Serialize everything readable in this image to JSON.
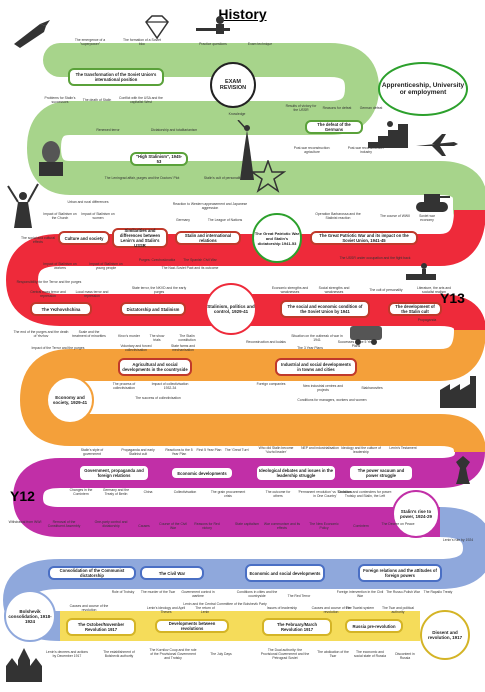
{
  "title": "History",
  "labels": {
    "y13": "Y13",
    "y12": "Y12"
  },
  "colors": {
    "green": "#a7d48b",
    "red": "#ee2a3a",
    "orange": "#f4a03a",
    "purple": "#c12fa7",
    "blue": "#8fa8dc",
    "yellow": "#f5dc5a"
  },
  "circles": {
    "exam": "EXAM REVISION",
    "apprentice": "Apprenticeship, University or employment",
    "gpw": "The Great Patriotic War and Stalin's dictatorship 1941-53",
    "stalinism": "Stalinism, politics and control, 1929-41",
    "economy": "Economy and society, 1929-41",
    "rise": "Stalin's rise to power, 1924-29",
    "bolshevik": "Bolshevik consolidation, 1918-1924",
    "dissent": "Dissent and revolution, 1917"
  },
  "boxes": {
    "transformation": "The transformation of the Soviet Union's international position",
    "high_stalinism": "\"High Stalinism\", 1945-53",
    "defeat_germans": "The defeat of the Germans",
    "culture": "Culture and society",
    "similarities": "Similarities and differences between Lenin's and Stalin's USSR",
    "stalin_intl": "Stalin and international relations",
    "impact_ww": "The Great Patriotic War and its impact on the Soviet Union, 1941-45",
    "yezhovshchina": "The Yezhovshchina",
    "dictatorship": "Dictatorship and Stalinism",
    "social_economic": "The social and economic condition of the Soviet Union by 1941",
    "cult": "The development of the Stalin cult",
    "agricultural": "Agricultural and social developments in the countryside",
    "industrial": "Industrial and social developments in towns and cities",
    "govt_propaganda": "Government, propaganda and foreign relations",
    "econ_dev": "Economic developments",
    "ideological": "Ideological debates and issues in the leadership struggle",
    "power_vacuum": "The power vacuum and power struggle",
    "consolidation": "Consolidation of the Communist dictatorship",
    "civil_war": "The Civil War",
    "econ_social": "Economic and social developments",
    "foreign_rel": "Foreign relations and the attitudes of foreign powers",
    "october": "The October/November Revolution 1917",
    "dev_between": "Developments between revolutions",
    "feb_march": "The February/March Revolution 1917",
    "russia_eve": "Russia pre-revolution"
  },
  "notes": {
    "n1": "The emergence of a \"superpower\"",
    "n2": "The formation of a Soviet bloc",
    "n3": "Practice questions",
    "n4": "Exam technique",
    "n5": "Problems for Stalin's successors",
    "n6": "The death of Stalin",
    "n7": "Conflict with the USA and the capitalist West",
    "n8": "Knowledge",
    "n9": "Renewed terror",
    "n10": "Dictatorship and totalitarianism",
    "n11": "Results of victory for the USSR",
    "n12": "Reasons for defeat",
    "n13": "German defeat",
    "n14": "The Leningrad affair, purges and the Doctors' Plot",
    "n15": "Stalin's cult of personality",
    "n16": "Post-war reconstruction: agriculture",
    "n17": "Post-war reconstruction: industry",
    "n18": "Urban and rural differences",
    "n19": "Reaction to Western appeasement and Japanese aggression",
    "n20": "Germany",
    "n21": "The League of Nations",
    "n22": "Impact of Stalinism on the Church",
    "n23": "Impact of Stalinism on women",
    "n24": "Operation Barbarossa and the Stalinist reaction",
    "n25": "The course of WWII",
    "n26": "Soviet war economy",
    "n27": "The social and cultural effects",
    "n28": "Impact of Stalinism on workers",
    "n29": "Impact of Stalinism on young people",
    "n30": "Purges: Czechoslovakia",
    "n31": "The Spanish Civil War",
    "n32": "The Nazi-Soviet Pact and its outcome",
    "n33": "The USSR under occupation and the fight back",
    "n34": "Responsibility for the Terror and the purges",
    "n35": "Central mass terror and repression",
    "n36": "Local mass terror and repression",
    "n37": "State terror, the NKVD and the early purges",
    "n38": "Economic strengths and weaknesses",
    "n39": "Social strengths and weaknesses",
    "n40": "The cult of personality",
    "n41": "Literature, the arts and socialist realism",
    "n42": "The end of the purges and the death of Yezhov",
    "n43": "Kirov's murder",
    "n44": "The show trials",
    "n45": "The Stalin constitution",
    "n46": "Impact of the Terror and the purges",
    "n47": "Scale and the treatment of minorities",
    "n48": "Situation on the outbreak of war in 1941",
    "n49": "Propaganda",
    "n50": "Voluntary and forced collectivisation",
    "n51": "State farms and mechanisation",
    "n52": "Reconstruction and kulaks",
    "n53": "The 3 Year Plans",
    "n54": "Successes of the 5 Year Plans",
    "n55": "The process of collectivisation",
    "n56": "Impact of collectivisation 1932-34",
    "n57": "Foreign companies",
    "n58": "New industrial centres and projects",
    "n59": "Stakhanovites",
    "n60": "The success of collectivisation",
    "n61": "Conditions for managers, workers and women",
    "n62": "Stalin's style of government",
    "n63": "Propaganda and early Stalinist cult",
    "n64": "Reactions to the 5 Year Plan",
    "n65": "First 5 Year Plan",
    "n66": "The 'Great Turn'",
    "n67": "Who did Stalin become 'Vozhd leader'",
    "n68": "NEP and industrialisation",
    "n69": "Ideology and the culture of leadership",
    "n70": "Lenin's Testament",
    "n71": "Changes in the Comintern",
    "n72": "Germany and the Treaty of Berlin",
    "n73": "China",
    "n74": "Collectivisation",
    "n75": "The grain procurement crisis",
    "n76": "The outcome for others",
    "n77": "'Permanent revolution' vs 'Socialism in One Country'",
    "n78": "Divisions and contenders for power: Trotsky and Stalin, the Left",
    "n79": "Withdrawal from WWI",
    "n80": "Removal of the Constituent Assembly",
    "n81": "One-party control and dictatorship",
    "n82": "Causes",
    "n83": "Course of the Civil War",
    "n84": "Reasons for Red victory",
    "n85": "State capitalism",
    "n86": "War communism and its effects",
    "n87": "The New Economic Policy",
    "n88": "Comintern",
    "n89": "The Decree on Peace",
    "n90": "Lenin's rule by 1924",
    "n91": "Role of Trotsky",
    "n92": "The murder of the Tsar",
    "n93": "Government control in wartime",
    "n94": "Conditions in cities and the countryside",
    "n95": "The Red Terror",
    "n96": "Foreign intervention in the Civil War",
    "n97": "The Russo-Polish War",
    "n98": "The Rapallo Treaty",
    "n99": "Lenin and the Central Committee of the Bolshevik Party",
    "n100": "Causes and course of the revolution",
    "n101": "Lenin's ideology and April Theses",
    "n102": "The return of Lenin",
    "n103": "Issues of leadership",
    "n104": "Causes and course of the revolution",
    "n105": "The Tsarist system",
    "n106": "The Tsar and political authority",
    "n107": "Lenin's decrees and actions by December 1917",
    "n108": "The establishment of Bolshevik authority",
    "n109": "The Kornilov Coup and the role of the Provisional Government and Trotsky",
    "n110": "The July Days",
    "n111": "The Dual authority: the Provisional Government and the Petrograd Soviet",
    "n112": "The abdication of the Tsar",
    "n113": "The economic and social state of Russia",
    "n114": "Discontent in Russia"
  }
}
